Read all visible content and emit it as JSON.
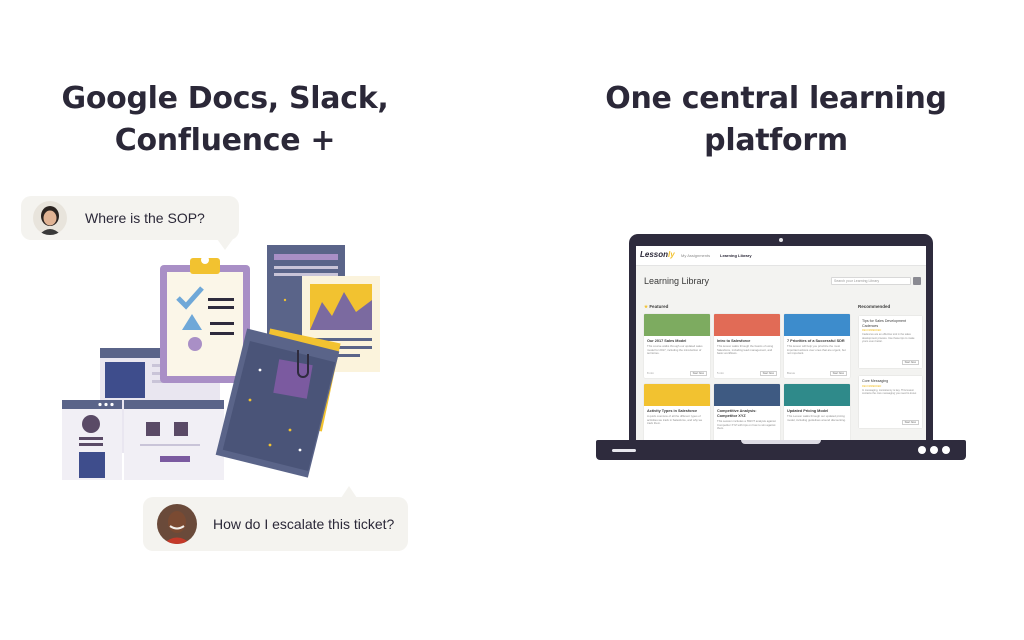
{
  "left_heading": {
    "line1": "Google Docs, Slack,",
    "line2": "Confluence +"
  },
  "right_heading": {
    "line1": "One central learning",
    "line2": "platform"
  },
  "chat": {
    "top": {
      "text": "Where is the SOP?"
    },
    "bottom": {
      "text": "How do I escalate this ticket?"
    }
  },
  "app": {
    "logo_main": "Lesson",
    "logo_accent": "ly",
    "nav": {
      "assignments": "My Assignments",
      "library": "Learning Library"
    },
    "title": "Learning Library",
    "search_placeholder": "Search your Learning Library",
    "featured_label": "Featured",
    "recommended_label": "Recommended",
    "courses": [
      {
        "title": "Our 2017 Sales Model",
        "desc": "This course walks through our updated sales model for 2017, including the introduction of territories.",
        "meta": "8 min",
        "button": "Start Now",
        "color": "#7dab60"
      },
      {
        "title": "Intro to Salesforce",
        "desc": "This lesson walks through the basics of using Salesforce, including lead management, and basic workflows.",
        "meta": "5 min",
        "button": "Start Now",
        "color": "#e16b56"
      },
      {
        "title": "7 Priorities of a Successful SDR",
        "desc": "This lesson will help you prioritize the most important actions over ones that are urgent, but not important.",
        "meta": "Bonus",
        "button": "Start Now",
        "color": "#3d8ccc"
      },
      {
        "title": "Activity Types in Salesforce",
        "desc": "A quick overview of all the different types of activities we track in Salesforce, and why we track them.",
        "meta": "",
        "button": "",
        "color": "#f2c230"
      },
      {
        "title": "Competitive Analysis: Competitor XYZ",
        "desc": "This session includes a SWOT analysis against Competitor XYZ with tips on how to win against them.",
        "meta": "",
        "button": "",
        "color": "#3e5a82"
      },
      {
        "title": "Updated Pricing Model",
        "desc": "This Lesson walks through our updated pricing model, including guidelines around discounting.",
        "meta": "",
        "button": "",
        "color": "#2f8a8a"
      }
    ],
    "recommended": [
      {
        "title": "Tips for Sales Development Cadences",
        "tag": "RECOMMENDED",
        "desc": "Cadences are an effective tool in the sales development process. Use these tips to make yours even better.",
        "button": "Start Now"
      },
      {
        "title": "Core Messaging",
        "tag": "RECOMMENDED",
        "desc": "In messaging, consistency is key. This lesson contains the core messaging you need to know.",
        "button": "Start Now"
      }
    ]
  },
  "colors": {
    "heading": "#2b2838",
    "bubble": "#f4f3ef",
    "laptop": "#2e2b3d",
    "accent_yellow": "#f2c230",
    "doc_purple": "#a98fc6",
    "doc_slate": "#5a6489"
  },
  "icons": [
    "woman-avatar",
    "man-avatar",
    "clipboard-icon",
    "checkmark-icon",
    "paperclip-icon",
    "folder-icon",
    "camera-dot"
  ]
}
